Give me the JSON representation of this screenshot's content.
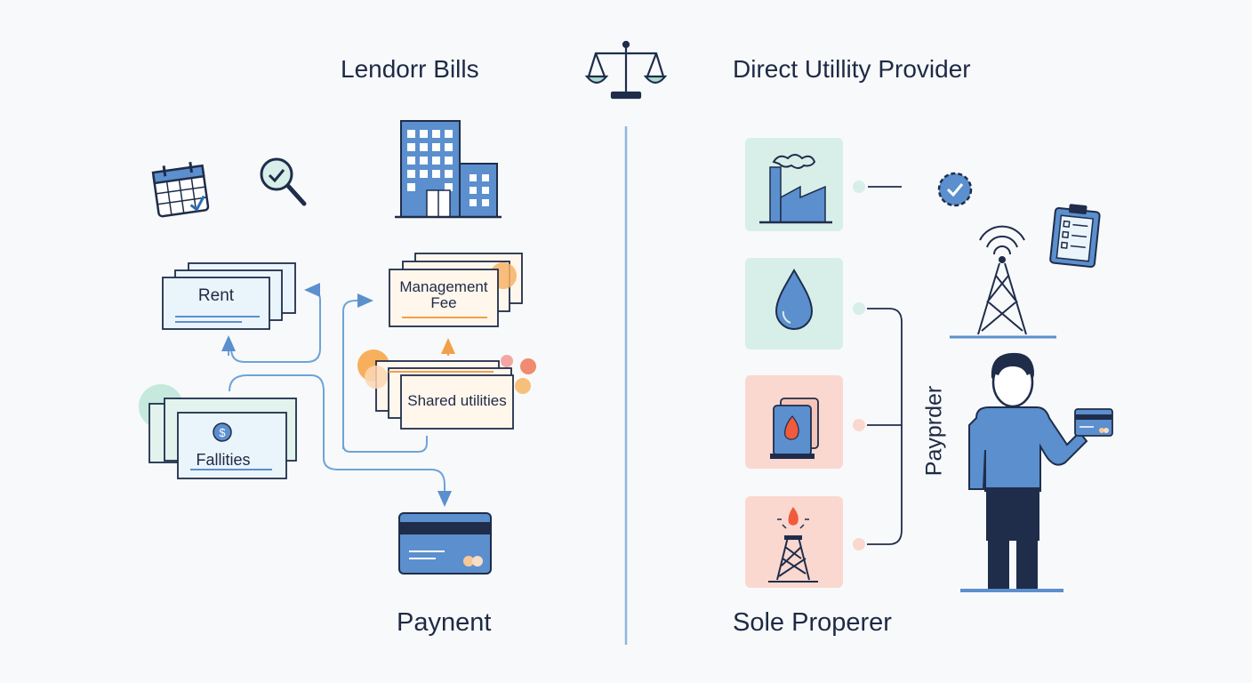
{
  "left": {
    "title": "Lendorr Bills",
    "cards": {
      "rent": "Rent",
      "management_fee_line1": "Management",
      "management_fee_line2": "Fee",
      "shared_utilities": "Shared utilities",
      "facilities": "Fallities"
    },
    "payment_label": "Paynent"
  },
  "right": {
    "title": "Direct Utillity Provider",
    "connector_label": "Payprder",
    "footer_label": "Sole Properer"
  },
  "colors": {
    "primary_blue": "#5b8fce",
    "navy": "#1f2d4b",
    "mint": "#d7efe8",
    "salmon": "#fad8cf",
    "orange": "#f0a04b",
    "flame": "#ef5b3c"
  },
  "icons": [
    "scales-icon",
    "calendar-icon",
    "magnifier-check-icon",
    "office-building-icon",
    "credit-card-icon",
    "factory-icon",
    "water-drop-icon",
    "gas-tank-icon",
    "oil-rig-icon",
    "check-badge-icon",
    "cell-tower-icon",
    "clipboard-checklist-icon",
    "person-icon"
  ]
}
